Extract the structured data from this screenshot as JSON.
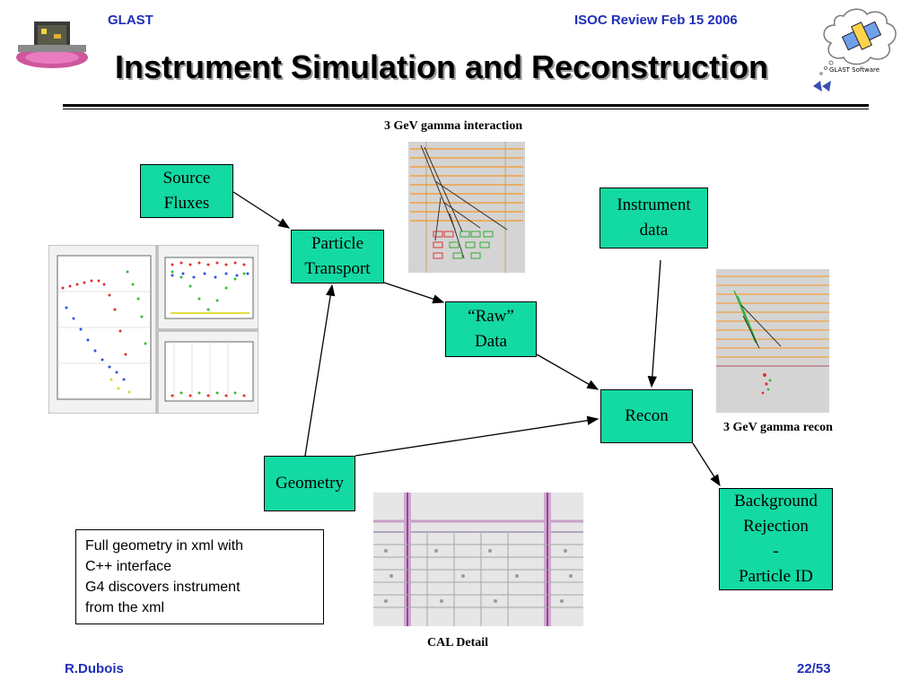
{
  "header": {
    "left_label": "GLAST",
    "right_label": "ISOC Review Feb 15 2006",
    "title": "Instrument Simulation and Reconstruction",
    "right_logo_text": "GLAST Software"
  },
  "boxes": {
    "source_fluxes": [
      "Source",
      "Fluxes"
    ],
    "particle_transport": [
      "Particle",
      "Transport"
    ],
    "raw_data": [
      "“Raw”",
      "Data"
    ],
    "instrument_data": [
      "Instrument",
      "data"
    ],
    "recon": [
      "Recon"
    ],
    "geometry": [
      "Geometry"
    ],
    "background_rejection": [
      "Background",
      "Rejection",
      "-",
      "Particle ID"
    ]
  },
  "captions": {
    "gamma_interaction": "3 GeV gamma interaction",
    "gamma_recon": "3 GeV gamma recon",
    "cal_detail": "CAL Detail"
  },
  "note_lines": [
    "Full geometry in xml with",
    "C++ interface",
    "G4 discovers instrument",
    "from the xml"
  ],
  "footer": {
    "author": "R.Dubois",
    "page": "22/53"
  },
  "colors": {
    "header_blue": "#1f2fb8",
    "box_green": "#13d9a2"
  }
}
